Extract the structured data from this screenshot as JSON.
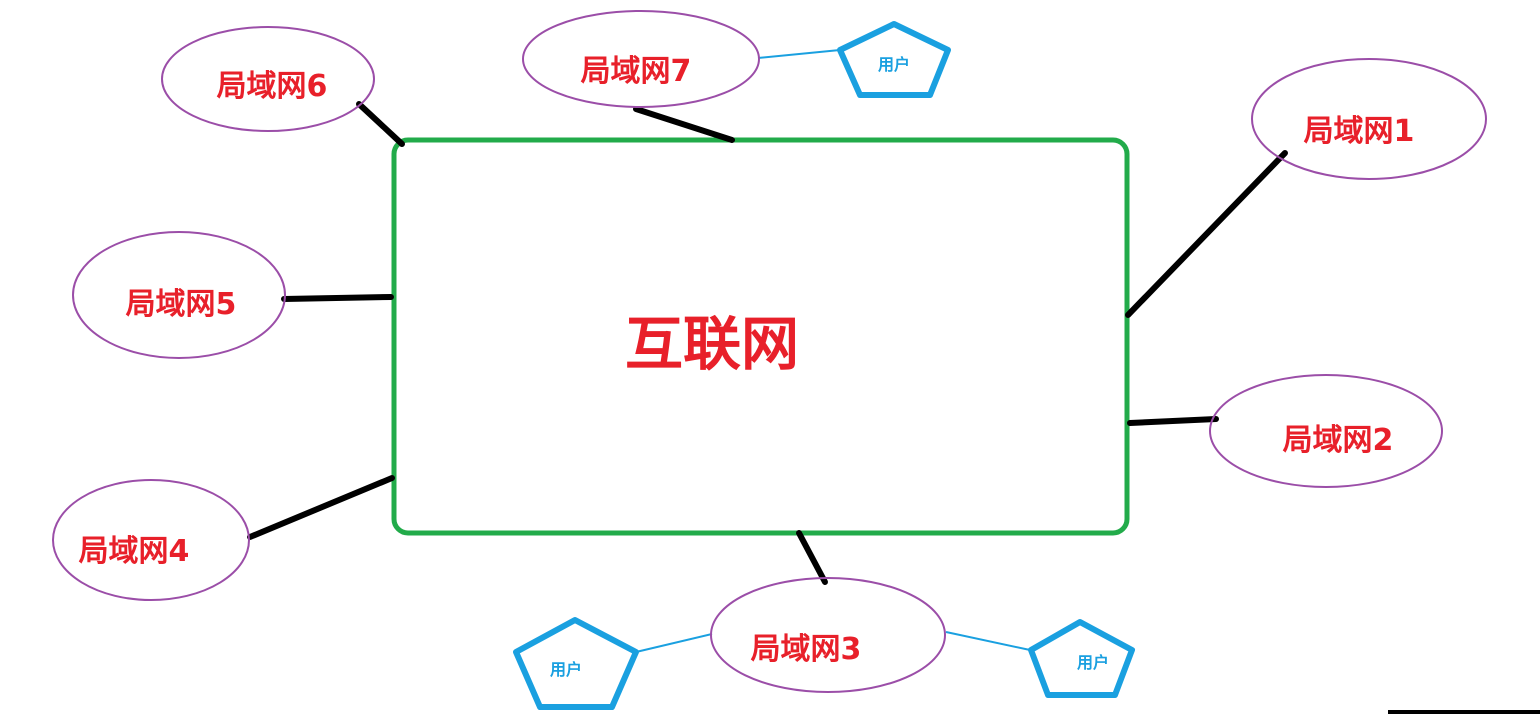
{
  "internet": {
    "label": "互联网",
    "border_color": "#22ab4a",
    "label_color": "#e8202a"
  },
  "lans": [
    {
      "label": "局域网1"
    },
    {
      "label": "局域网2"
    },
    {
      "label": "局域网3"
    },
    {
      "label": "局域网4"
    },
    {
      "label": "局域网5"
    },
    {
      "label": "局域网6"
    },
    {
      "label": "局域网7"
    }
  ],
  "lan_style": {
    "ellipse_color": "#9b4ea8",
    "label_color": "#e8202a"
  },
  "users": [
    {
      "label": "用户",
      "attached_to": "局域网7"
    },
    {
      "label": "用户",
      "attached_to": "局域网3"
    },
    {
      "label": "用户",
      "attached_to": "局域网3"
    }
  ],
  "user_style": {
    "shape": "pentagon",
    "color": "#1aa0e0"
  },
  "link_colors": {
    "lan_to_internet": "#000000",
    "user_to_lan": "#1aa0e0"
  }
}
